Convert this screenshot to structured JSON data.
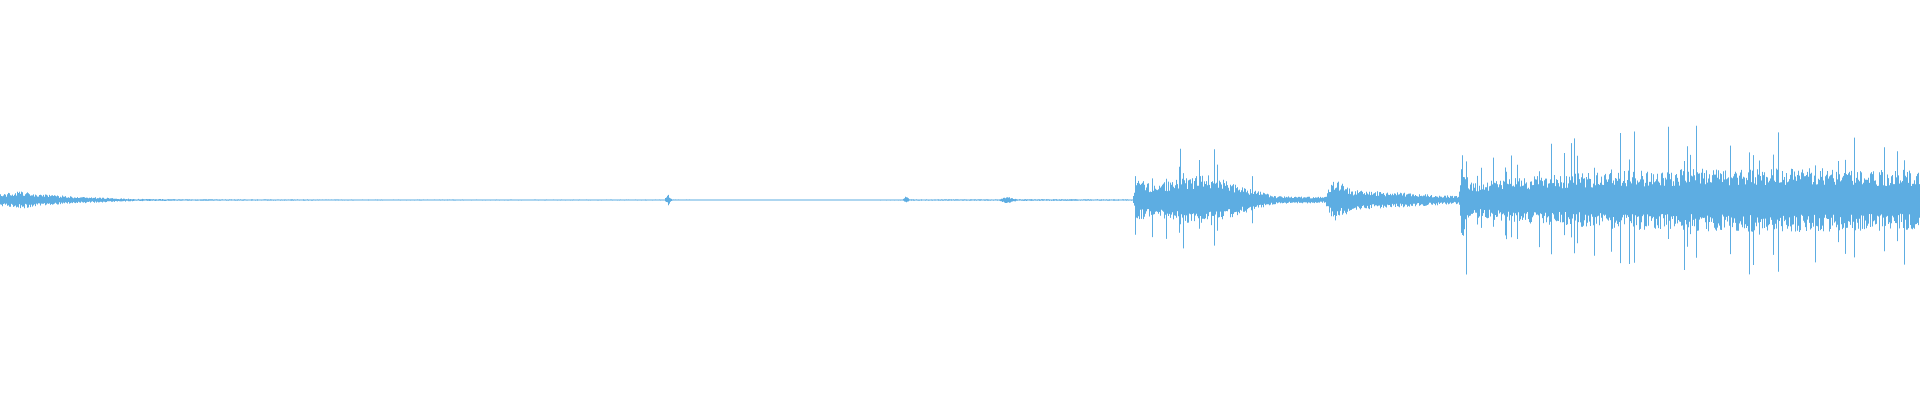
{
  "waveform": {
    "color": "#5DADE2",
    "background": "#FFFFFF",
    "amplitude_profile": [
      {
        "t": 0.0,
        "amp": 0.03
      },
      {
        "t": 0.01,
        "amp": 0.045
      },
      {
        "t": 0.02,
        "amp": 0.03
      },
      {
        "t": 0.04,
        "amp": 0.018
      },
      {
        "t": 0.07,
        "amp": 0.006
      },
      {
        "t": 0.1,
        "amp": 0.004
      },
      {
        "t": 0.2,
        "amp": 0.003
      },
      {
        "t": 0.3,
        "amp": 0.003
      },
      {
        "t": 0.346,
        "amp": 0.003
      },
      {
        "t": 0.348,
        "amp": 0.03
      },
      {
        "t": 0.35,
        "amp": 0.003
      },
      {
        "t": 0.4,
        "amp": 0.002
      },
      {
        "t": 0.47,
        "amp": 0.003
      },
      {
        "t": 0.472,
        "amp": 0.02
      },
      {
        "t": 0.474,
        "amp": 0.004
      },
      {
        "t": 0.52,
        "amp": 0.004
      },
      {
        "t": 0.525,
        "amp": 0.02
      },
      {
        "t": 0.53,
        "amp": 0.005
      },
      {
        "t": 0.59,
        "amp": 0.004
      },
      {
        "t": 0.592,
        "amp": 0.11
      },
      {
        "t": 0.6,
        "amp": 0.08
      },
      {
        "t": 0.615,
        "amp": 0.11
      },
      {
        "t": 0.63,
        "amp": 0.13
      },
      {
        "t": 0.65,
        "amp": 0.06
      },
      {
        "t": 0.665,
        "amp": 0.02
      },
      {
        "t": 0.69,
        "amp": 0.015
      },
      {
        "t": 0.695,
        "amp": 0.11
      },
      {
        "t": 0.705,
        "amp": 0.05
      },
      {
        "t": 0.725,
        "amp": 0.04
      },
      {
        "t": 0.76,
        "amp": 0.02
      },
      {
        "t": 0.762,
        "amp": 0.24
      },
      {
        "t": 0.766,
        "amp": 0.09
      },
      {
        "t": 0.8,
        "amp": 0.12
      },
      {
        "t": 0.85,
        "amp": 0.15
      },
      {
        "t": 0.9,
        "amp": 0.16
      },
      {
        "t": 0.95,
        "amp": 0.16
      },
      {
        "t": 1.0,
        "amp": 0.15
      }
    ]
  }
}
